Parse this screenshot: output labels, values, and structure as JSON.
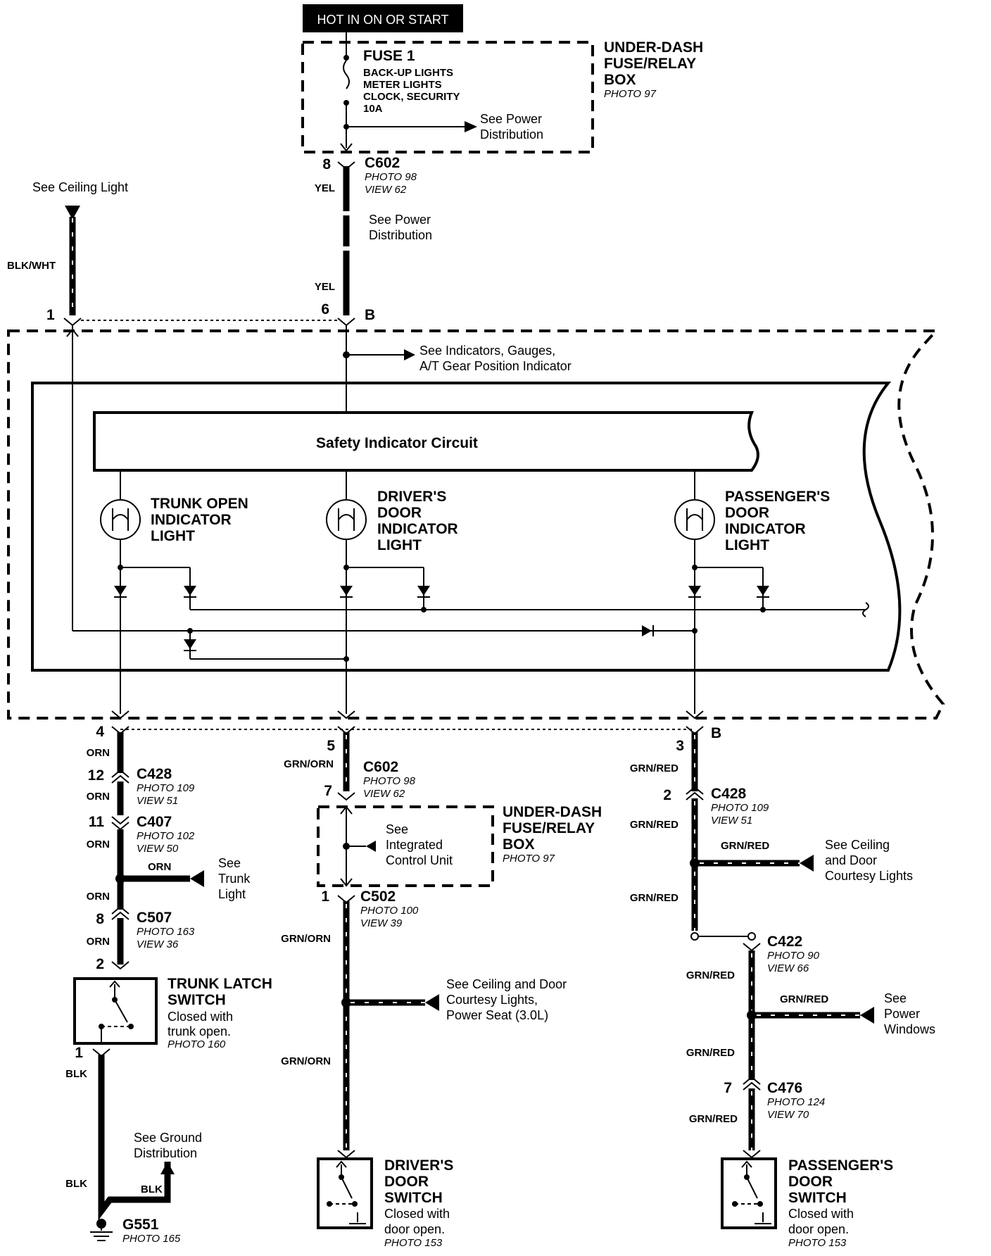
{
  "header": {
    "power_label": "HOT IN ON OR START"
  },
  "fuse_box_top": {
    "fuse_title": "FUSE 1",
    "fuse_desc": [
      "BACK-UP LIGHTS",
      "METER LIGHTS",
      "CLOCK, SECURITY",
      "10A"
    ],
    "box_name": [
      "UNDER-DASH",
      "FUSE/RELAY",
      "BOX"
    ],
    "box_photo": "PHOTO 97",
    "see_power": [
      "See Power",
      "Distribution"
    ]
  },
  "c602_top": {
    "name": "C602",
    "photo": "PHOTO 98",
    "view": "VIEW 62",
    "pin_top": "8",
    "pin_bottom": "6",
    "pin_letter": "B"
  },
  "wires": {
    "yel": "YEL",
    "blk_wht": "BLK/WHT",
    "orn": "ORN",
    "grn_orn": "GRN/ORN",
    "grn_red": "GRN/RED",
    "blk": "BLK"
  },
  "see_power_mid": [
    "See Power",
    "Distribution"
  ],
  "see_ceiling_light": "See Ceiling Light",
  "pin_1_top": "1",
  "gauge_assembly": {
    "see_indicators": [
      "See Indicators, Gauges,",
      "A/T Gear Position Indicator"
    ],
    "safety_circuit": "Safety Indicator Circuit",
    "trunk_light": [
      "TRUNK OPEN",
      "INDICATOR",
      "LIGHT"
    ],
    "driver_light": [
      "DRIVER'S",
      "DOOR",
      "INDICATOR",
      "LIGHT"
    ],
    "passenger_light": [
      "PASSENGER'S",
      "DOOR",
      "INDICATOR",
      "LIGHT"
    ]
  },
  "left_column": {
    "pin_top": "4",
    "c428": {
      "pin": "12",
      "name": "C428",
      "photo": "PHOTO 109",
      "view": "VIEW 51"
    },
    "c407": {
      "pin": "11",
      "name": "C407",
      "photo": "PHOTO 102",
      "view": "VIEW 50"
    },
    "see_trunk": [
      "See",
      "Trunk",
      "Light"
    ],
    "c507": {
      "pin": "8",
      "name": "C507",
      "photo": "PHOTO 163",
      "view": "VIEW 36"
    },
    "pin_switch_top": "2",
    "switch_title": [
      "TRUNK LATCH",
      "SWITCH"
    ],
    "switch_desc": [
      "Closed with",
      "trunk open."
    ],
    "switch_photo": "PHOTO 160",
    "pin_switch_bottom": "1",
    "see_ground": [
      "See Ground",
      "Distribution"
    ],
    "ground": {
      "name": "G551",
      "photo": "PHOTO 165"
    }
  },
  "middle_column": {
    "c602": {
      "pin_top": "5",
      "pin_bottom": "7",
      "name": "C602",
      "photo": "PHOTO 98",
      "view": "VIEW 62"
    },
    "see_icu": [
      "See",
      "Integrated",
      "Control Unit"
    ],
    "box_name": [
      "UNDER-DASH",
      "FUSE/RELAY",
      "BOX"
    ],
    "box_photo": "PHOTO 97",
    "c502": {
      "pin": "1",
      "name": "C502",
      "photo": "PHOTO 100",
      "view": "VIEW 39"
    },
    "see_ceiling": [
      "See Ceiling and Door",
      "Courtesy Lights,",
      "Power Seat (3.0L)"
    ],
    "switch_title": [
      "DRIVER'S",
      "DOOR",
      "SWITCH"
    ],
    "switch_desc": [
      "Closed with",
      "door open."
    ],
    "switch_photo": "PHOTO 153"
  },
  "right_column": {
    "pin_top": "3",
    "pin_letter": "B",
    "c428": {
      "pin": "2",
      "name": "C428",
      "photo": "PHOTO 109",
      "view": "VIEW 51"
    },
    "see_ceiling": [
      "See Ceiling",
      "and Door",
      "Courtesy Lights"
    ],
    "c422": {
      "name": "C422",
      "photo": "PHOTO 90",
      "view": "VIEW 66"
    },
    "see_windows": [
      "See",
      "Power",
      "Windows"
    ],
    "c476": {
      "pin": "7",
      "name": "C476",
      "photo": "PHOTO 124",
      "view": "VIEW 70"
    },
    "switch_title": [
      "PASSENGER'S",
      "DOOR",
      "SWITCH"
    ],
    "switch_desc": [
      "Closed with",
      "door open."
    ],
    "switch_photo": "PHOTO 153"
  }
}
